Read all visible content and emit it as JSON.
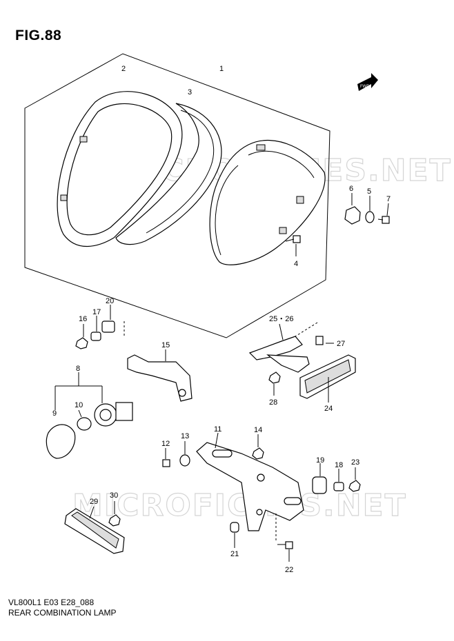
{
  "header": {
    "figure_title": "FIG.88"
  },
  "watermark": {
    "text": "MICROFICHES.NET"
  },
  "arrow": {
    "label": "FWD"
  },
  "callouts": {
    "c1": "1",
    "c2": "2",
    "c3": "3",
    "c4": "4",
    "c5": "5",
    "c6": "6",
    "c7": "7",
    "c8": "8",
    "c9": "9",
    "c10": "10",
    "c11": "11",
    "c12": "12",
    "c13": "13",
    "c14": "14",
    "c15": "15",
    "c16": "16",
    "c17": "17",
    "c18": "18",
    "c19": "19",
    "c20": "20",
    "c21": "21",
    "c22": "22",
    "c23": "23",
    "c24": "24",
    "c25_26": "25・26",
    "c27": "27",
    "c28": "28",
    "c29": "29",
    "c30": "30"
  },
  "footer": {
    "model": "VL800L1 E03 E28_088",
    "name": "REAR COMBINATION LAMP"
  }
}
